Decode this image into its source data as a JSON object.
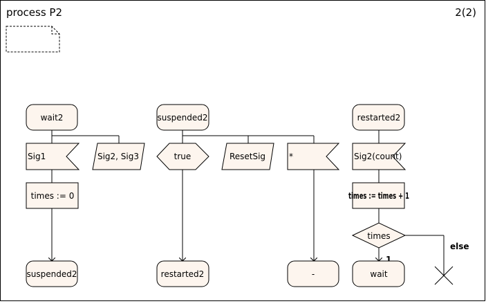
{
  "diagram": {
    "title": "process P2",
    "page": "2(2)",
    "colors": {
      "fill": "#fdf5ee",
      "stroke": "#000000",
      "frame": "#000000"
    },
    "states": {
      "wait2": "wait2",
      "suspended2_top": "suspended2",
      "restarted2_top": "restarted2",
      "suspended2_bottom": "suspended2",
      "restarted2_bottom": "restarted2",
      "dash_state": "-",
      "wait": "wait"
    },
    "inputs": {
      "sig1": "Sig1",
      "sig2_sig3": "Sig2, Sig3",
      "true_cond": "true",
      "resetsig": "ResetSig",
      "asterisk": "*",
      "sig2_count": "Sig2(count)"
    },
    "tasks": {
      "times_zero": "times := 0",
      "times_incr": "times := times + 1"
    },
    "decision": {
      "label": "times",
      "branch_one": "1",
      "branch_else": "else"
    }
  }
}
